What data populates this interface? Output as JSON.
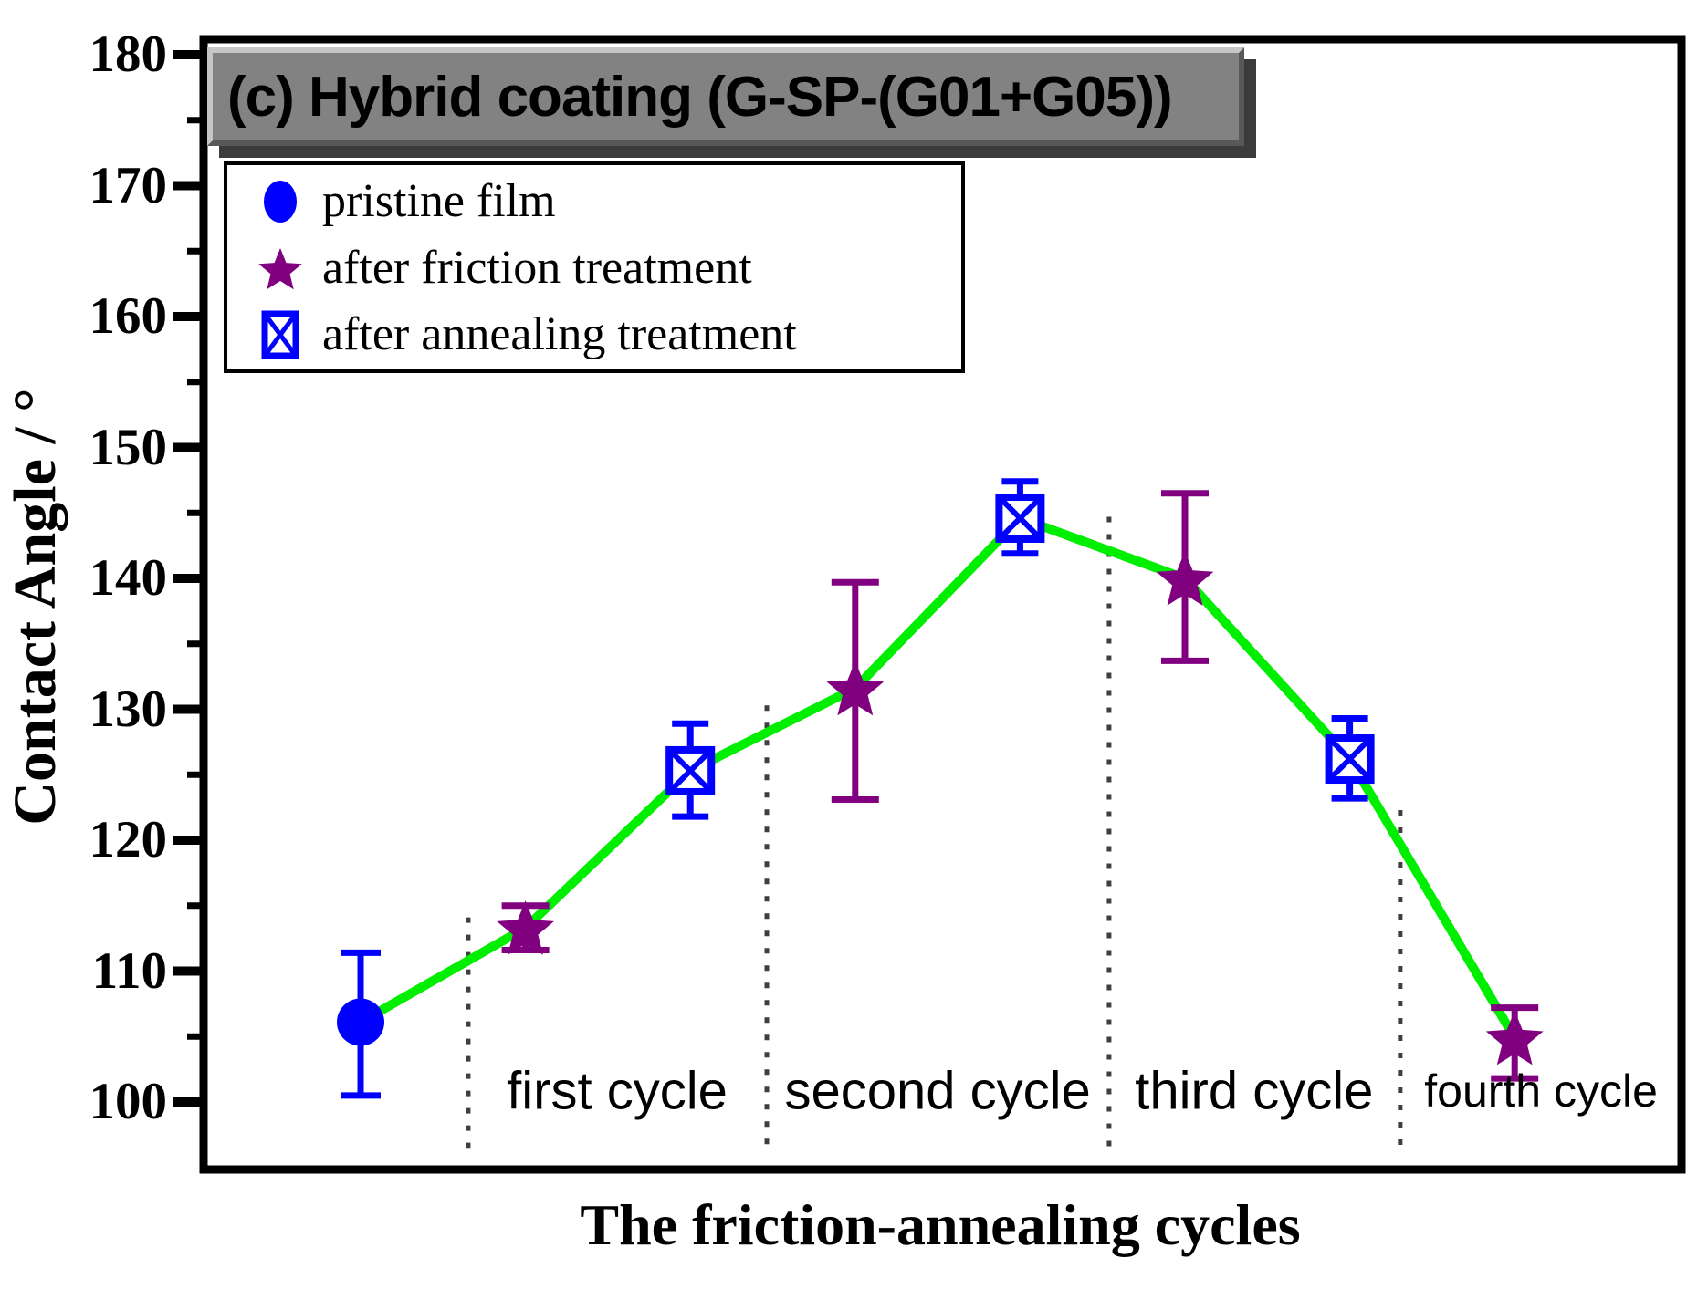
{
  "figure": {
    "title": "(c) Hybrid coating (G-SP-(G01+G05))"
  },
  "legend": {
    "items": [
      {
        "label": "pristine film",
        "marker": "ellipse",
        "color": "#0000ff"
      },
      {
        "label": "after friction treatment",
        "marker": "star",
        "color": "#800080"
      },
      {
        "label": "after annealing treatment",
        "marker": "crossed-square",
        "color": "#0000ff"
      }
    ]
  },
  "axes": {
    "y": {
      "label": "Contact Angle / °",
      "ticks": [
        180,
        170,
        160,
        150,
        140,
        130,
        120,
        110,
        100
      ],
      "minor_ticks": [
        175,
        165,
        155,
        145,
        135,
        125,
        115,
        105
      ],
      "range": [
        95,
        181
      ]
    },
    "x": {
      "label": "The friction-annealing cycles"
    }
  },
  "regions": [
    {
      "label": "first cycle",
      "x_units": 1.556,
      "size": "normal"
    },
    {
      "label": "second cycle",
      "x_units": 3.5,
      "size": "normal"
    },
    {
      "label": "third cycle",
      "x_units": 5.42,
      "size": "normal"
    },
    {
      "label": "fourth cycle",
      "x_units": 7.16,
      "size": "small"
    }
  ],
  "chart_data": {
    "type": "line",
    "title": "(c) Hybrid coating (G-SP-(G01+G05))",
    "xlabel": "The friction-annealing cycles",
    "ylabel": "Contact Angle / °",
    "ylim": [
      95,
      181
    ],
    "grid": false,
    "legend_position": "top-left",
    "line_color": "#00ee00",
    "separator_color": "#3f3f3f",
    "points": [
      {
        "x": 0,
        "value": 106.1,
        "err_plus": 5.3,
        "err_minus": 5.6,
        "series": "pristine film",
        "marker": "ellipse",
        "color": "#0000ff"
      },
      {
        "x": 1,
        "value": 113.3,
        "err_plus": 1.7,
        "err_minus": 1.7,
        "series": "after friction treatment",
        "marker": "star",
        "color": "#800080"
      },
      {
        "x": 2,
        "value": 125.3,
        "err_plus": 3.6,
        "err_minus": 3.5,
        "series": "after annealing treatment",
        "marker": "crossed-square",
        "color": "#0000ff"
      },
      {
        "x": 3,
        "value": 131.6,
        "err_plus": 8.1,
        "err_minus": 8.5,
        "series": "after friction treatment",
        "marker": "star",
        "color": "#800080"
      },
      {
        "x": 4,
        "value": 144.6,
        "err_plus": 2.8,
        "err_minus": 2.7,
        "series": "after annealing treatment",
        "marker": "crossed-square",
        "color": "#0000ff"
      },
      {
        "x": 5,
        "value": 140.0,
        "err_plus": 6.5,
        "err_minus": 6.3,
        "series": "after friction treatment",
        "marker": "star",
        "color": "#800080"
      },
      {
        "x": 6,
        "value": 126.2,
        "err_plus": 3.1,
        "err_minus": 3.0,
        "series": "after annealing treatment",
        "marker": "crossed-square",
        "color": "#0000ff"
      },
      {
        "x": 7,
        "value": 104.9,
        "err_plus": 2.3,
        "err_minus": 3.1,
        "series": "after friction treatment",
        "marker": "star",
        "color": "#800080"
      }
    ],
    "separators": [
      {
        "x_units": 0.653,
        "top_value": 114.1,
        "bottom_value": 96.5
      },
      {
        "x_units": 2.464,
        "top_value": 130.3,
        "bottom_value": 96.5
      },
      {
        "x_units": 4.54,
        "top_value": 144.7,
        "bottom_value": 96.5
      },
      {
        "x_units": 6.306,
        "top_value": 122.3,
        "bottom_value": 96.5
      }
    ]
  }
}
